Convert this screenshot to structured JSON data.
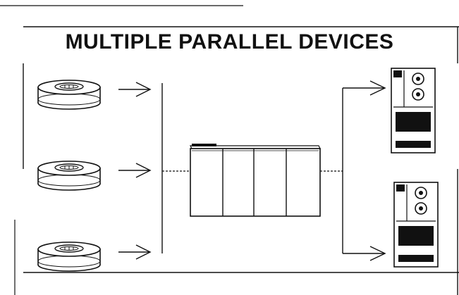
{
  "title": "MULTIPLE PARALLEL DEVICES",
  "diagram": {
    "inputs": [
      "tape-reel",
      "tape-reel",
      "tape-reel"
    ],
    "hub": "multi-cabinet-controller",
    "outputs": [
      "disk-cabinet",
      "disk-cabinet"
    ]
  },
  "colors": {
    "line": "#111111",
    "fill": "#ffffff",
    "dark": "#111111"
  }
}
